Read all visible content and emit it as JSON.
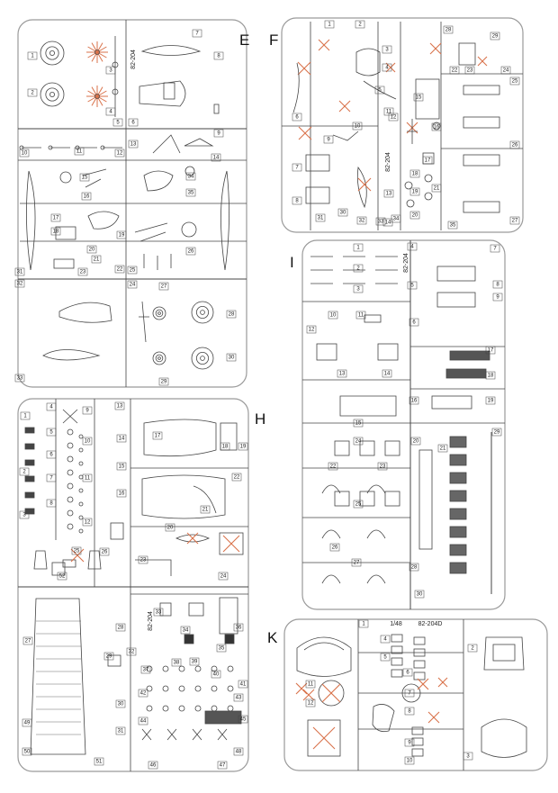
{
  "sprues": [
    {
      "id": "E",
      "letter": "E",
      "code": "82-204",
      "pn": [
        "1",
        "2",
        "3",
        "4",
        "5",
        "6",
        "7",
        "8",
        "9",
        "10",
        "11",
        "12",
        "13",
        "14",
        "15",
        "16",
        "17",
        "18",
        "19",
        "20",
        "21",
        "22",
        "23",
        "24",
        "25",
        "26",
        "27",
        "28",
        "29",
        "30",
        "31",
        "32",
        "33",
        "34",
        "35"
      ]
    },
    {
      "id": "F",
      "letter": "F",
      "code": "82-204",
      "pn": [
        "1",
        "2",
        "3",
        "4",
        "5",
        "6",
        "7",
        "8",
        "9",
        "10",
        "11",
        "12",
        "13",
        "14",
        "15",
        "16",
        "17",
        "18",
        "19",
        "20",
        "21",
        "22",
        "23",
        "24",
        "25",
        "26",
        "27",
        "28",
        "29",
        "30",
        "31",
        "32",
        "33",
        "34",
        "35"
      ]
    },
    {
      "id": "H",
      "letter": "H",
      "code": "82-204",
      "pn": [
        "1",
        "2",
        "3",
        "4",
        "5",
        "6",
        "7",
        "8",
        "9",
        "10",
        "11",
        "12",
        "13",
        "14",
        "15",
        "16",
        "17",
        "18",
        "19",
        "20",
        "21",
        "22",
        "23",
        "24",
        "25",
        "26",
        "27",
        "28",
        "29",
        "30",
        "31",
        "32",
        "33",
        "34",
        "35",
        "36",
        "37",
        "38",
        "39",
        "40",
        "41",
        "42",
        "43",
        "44",
        "45",
        "46",
        "47",
        "48",
        "49",
        "50",
        "51",
        "52"
      ]
    },
    {
      "id": "I",
      "letter": "I",
      "code": "82-204",
      "pn": [
        "1",
        "2",
        "3",
        "4",
        "5",
        "6",
        "7",
        "8",
        "9",
        "10",
        "11",
        "12",
        "13",
        "14",
        "15",
        "16",
        "17",
        "18",
        "19",
        "20",
        "21",
        "22",
        "23",
        "24",
        "25",
        "26",
        "27",
        "28",
        "29",
        "30"
      ]
    },
    {
      "id": "K",
      "letter": "K",
      "code": "82-204D",
      "scale": "1/48",
      "pn": [
        "1",
        "2",
        "3",
        "4",
        "5",
        "6",
        "7",
        "8",
        "9",
        "10",
        "11",
        "12"
      ]
    }
  ],
  "palette": {
    "line": "#444444",
    "frame": "#9a9a9a",
    "mark": "#d9724a",
    "text": "#222222"
  }
}
